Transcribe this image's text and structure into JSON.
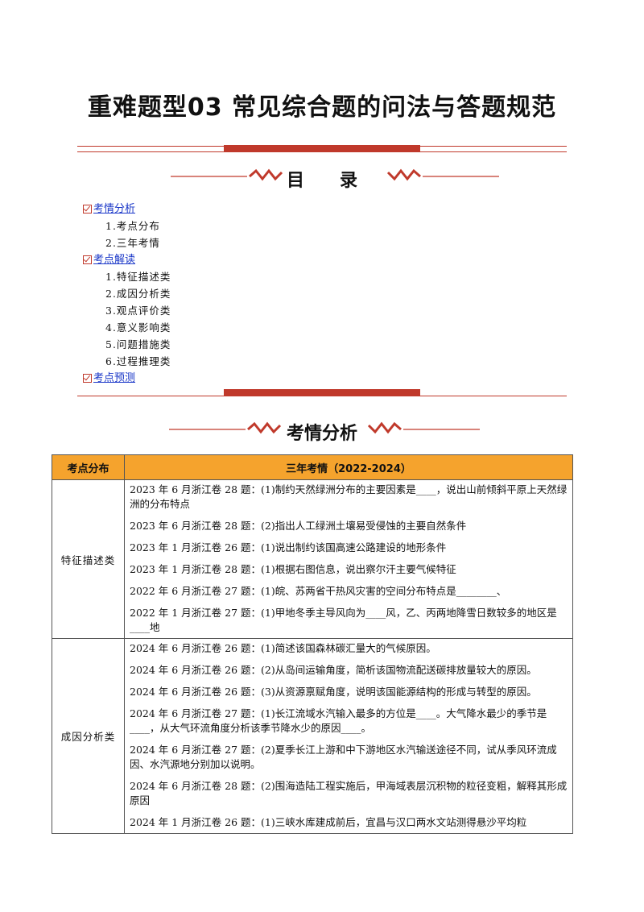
{
  "title": "重难题型03  常见综合题的问法与答题规范",
  "toc_header": "目　　录",
  "toc": [
    {
      "label": "考情分析",
      "subs": [
        "1.考点分布",
        "2.三年考情"
      ]
    },
    {
      "label": "考点解读",
      "subs": [
        "1.特征描述类",
        "2.成因分析类",
        "3.观点评价类",
        "4.意义影响类",
        "5.问题措施类",
        "6.过程推理类"
      ]
    },
    {
      "label": "考点预测",
      "subs": []
    }
  ],
  "section_title": "考情分析",
  "table": {
    "headers": [
      "考点分布",
      "三年考情（2022-2024）"
    ],
    "groups": [
      {
        "category": "特征描述类",
        "items": [
          "2023 年 6 月浙江卷 28 题：(1)制约天然绿洲分布的主要因素是____，说出山前倾斜平原上天然绿洲的分布特点",
          "2023 年 6 月浙江卷 28 题：(2)指出人工绿洲土壤易受侵蚀的主要自然条件",
          "2023 年 1 月浙江卷 26 题：(1)说出制约该国高速公路建设的地形条件",
          "2023 年 1 月浙江卷 28 题：(1)根据右图信息，说出察尔汗主要气候特征",
          "2022 年 6 月浙江卷 27 题：(1)皖、苏两省干热风灾害的空间分布特点是________、",
          "2022 年 1 月浙江卷 27 题：(1)甲地冬季主导风向为____风，乙、丙两地降雪日数较多的地区是____地"
        ]
      },
      {
        "category": "成因分析类",
        "items": [
          "2024 年 6 月浙江卷 26 题：(1)简述该国森林碳汇量大的气候原因。",
          "2024 年 6 月浙江卷 26 题：(2)从岛间运输角度，简析该国物流配送碳排放量较大的原因。",
          "2024 年 6 月浙江卷 26 题：(3)从资源禀赋角度，说明该国能源结构的形成与转型的原因。",
          "2024 年 6 月浙江卷 27 题：(1)长江流域水汽输入最多的方位是____。大气降水最少的季节是____，从大气环流角度分析该季节降水少的原因____。",
          "2024 年 6 月浙江卷 27 题：(2)夏季长江上游和中下游地区水汽输送途径不同，试从季风环流成因、水汽源地分别加以说明。",
          "2024 年 6 月浙江卷 28 题：(2)围海造陆工程实施后，甲海域表层沉积物的粒径变粗，解释其形成原因",
          "2024 年 1 月浙江卷 26 题：(1)三峡水库建成前后，宜昌与汉口两水文站测得悬沙平均粒"
        ]
      }
    ]
  },
  "colors": {
    "accent_red": "#c0392b",
    "header_orange": "#f5a32d",
    "link_blue": "#1a37c8"
  }
}
